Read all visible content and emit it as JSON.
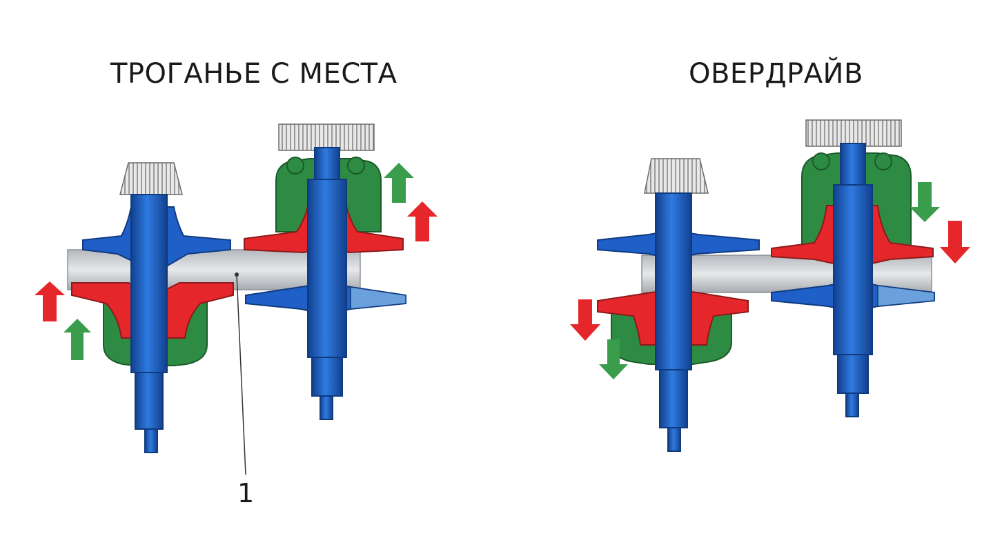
{
  "titles": {
    "left": "ТРОГАНЬЕ С МЕСТА",
    "right": "ОВЕРДРАЙВ"
  },
  "callouts": {
    "belt": "1"
  },
  "colors": {
    "shaft_blue": "#1f5fc8",
    "movable_red": "#e5262a",
    "housing_green": "#2e8b43",
    "arrow_red": "#e5262a",
    "arrow_green": "#3a9d4c",
    "belt_gray": "#c9ccd0",
    "light_blue": "#6aa0dc"
  }
}
